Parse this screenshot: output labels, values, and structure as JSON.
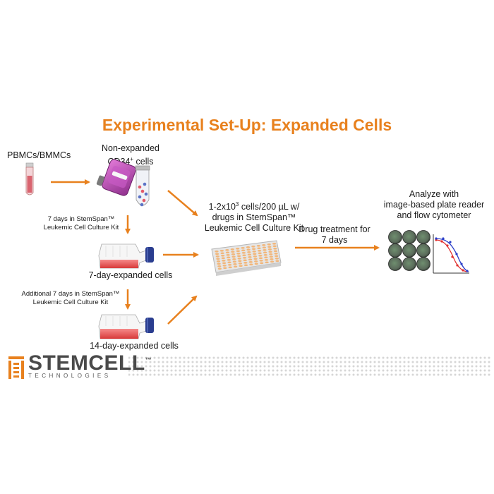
{
  "title": "Experimental Set-Up: Expanded Cells",
  "colors": {
    "accent": "#E8811E",
    "flask_red": "#E84A4A",
    "cap_blue": "#2A3D8F",
    "plate_orange": "#F1B67A",
    "logo_text": "#4A4A4A"
  },
  "labels": {
    "pbmc": "PBMCs/BMMCs",
    "nonexp_line1": "Non-expanded",
    "nonexp_line2_pre": "CD34",
    "nonexp_line2_sup": "+",
    "nonexp_line2_post": " cells",
    "step7_line1": "7 days in StemSpan™",
    "step7_line2": "Leukemic Cell Culture Kit",
    "exp7": "7-day-expanded cells",
    "step14_line1": "Additional 7 days in StemSpan™",
    "step14_line2": "Leukemic Cell Culture Kit",
    "exp14": "14-day-expanded cells",
    "plate_line1_pre": "1-2x10",
    "plate_line1_sup": "3",
    "plate_line1_post": " cells/200 µL w/",
    "plate_line2": "drugs in StemSpan™",
    "plate_line3": "Leukemic Cell Culture Kit",
    "drug_line1": "Drug treatment for",
    "drug_line2": "7 days",
    "analyze_line1": "Analyze with",
    "analyze_line2": "image-based plate reader",
    "analyze_line3": "and flow cytometer"
  },
  "logo": {
    "name": "STEMCELL",
    "tm": "™",
    "sub": "TECHNOLOGIES"
  },
  "icons": [
    "test-tube-icon",
    "cell-separator-icon",
    "sample-tube-icon",
    "culture-flask-icon",
    "well-plate-icon",
    "microscopy-wells-icon",
    "dose-response-chart-icon",
    "stemcell-logo-icon"
  ]
}
